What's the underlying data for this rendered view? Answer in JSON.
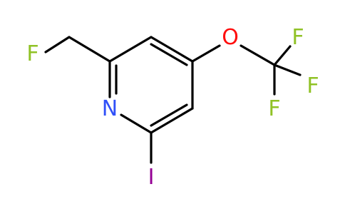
{
  "molecule": {
    "atoms": [
      {
        "id": "f_ch2",
        "symbol": "F",
        "color": "#90C226"
      },
      {
        "id": "n_ring",
        "symbol": "N",
        "color": "#3050F8"
      },
      {
        "id": "o_ether",
        "symbol": "O",
        "color": "#FF0D0D"
      },
      {
        "id": "f_cf3_a",
        "symbol": "F",
        "color": "#90C226"
      },
      {
        "id": "f_cf3_b",
        "symbol": "F",
        "color": "#90C226"
      },
      {
        "id": "f_cf3_c",
        "symbol": "F",
        "color": "#90C226"
      },
      {
        "id": "i_ring",
        "symbol": "I",
        "color": "#940094"
      }
    ],
    "bond_color": "#000000"
  }
}
